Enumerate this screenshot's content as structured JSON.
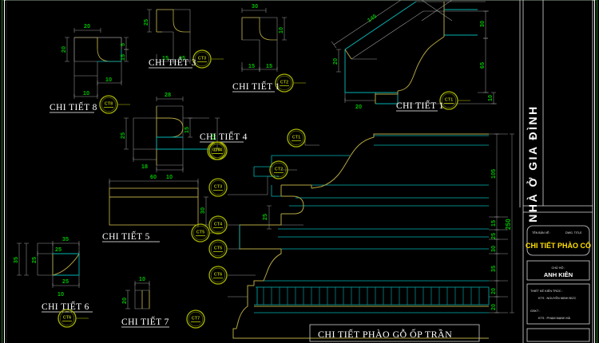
{
  "app": {
    "kind": "cad-drawing-viewer",
    "background": "#000000"
  },
  "colors": {
    "dimension_green": "#00c000",
    "profile_yellow": "#b5a642",
    "section_cyan": "#00b4b4",
    "leader_gray": "#9a9a9a",
    "bubble_olive": "#a8b400",
    "title_yellow": "#ffe000",
    "border_white": "#ffffff",
    "border_green": "#1f5d1f"
  },
  "main_title": {
    "text": "CHI TIẾT PHÀO GỖ ỐP TRẦN"
  },
  "side_banner": {
    "text": "NHÀ Ở GIA ĐÌNH"
  },
  "title_block": {
    "dwg_label_vn": "TÊN BẢN VẼ :",
    "dwg_label_en": "DWG. TITLE",
    "dwg_title": "CHI TIẾT PHÀO CỔ",
    "owner_label": "CHỦ HỘ :",
    "owner_name": "ANH KIÊN",
    "arch_label": "THIẾT KẾ KIẾN TRÚC :",
    "arch_name": "KTS . NGUYỄN MINH ĐỨC",
    "sup_label": "GSKT :",
    "sup_name": "KTS . PHẠM MẠNH HÀ"
  },
  "details": [
    {
      "id": "d8",
      "name": "CHI TIẾT 8",
      "bubble": "CT8",
      "dims": [
        "20",
        "20",
        "5",
        "15",
        "10",
        "10"
      ]
    },
    {
      "id": "d3",
      "name": "CHI TIẾT 3",
      "bubble": "CT3",
      "dims": [
        "25",
        "15",
        "15"
      ]
    },
    {
      "id": "d1a",
      "name": "CHI TIẾT 1",
      "bubble": "CT2",
      "dims": [
        "30",
        "10",
        "15",
        "15"
      ]
    },
    {
      "id": "d1b",
      "name": "CHI TIẾT 1",
      "bubble": "CT1",
      "dims": [
        "145",
        "30",
        "65",
        "10",
        "20",
        "20"
      ]
    },
    {
      "id": "d4",
      "name": "CHI TIẾT 4",
      "bubble": "CT4",
      "dims": [
        "28",
        "25",
        "15",
        "10",
        "18",
        "10"
      ]
    },
    {
      "id": "d5",
      "name": "CHI TIẾT 5",
      "bubble": "CT5",
      "dims": [
        "60",
        "30"
      ]
    },
    {
      "id": "d6",
      "name": "CHI TIẾT 6",
      "bubble": "CT6",
      "dims": [
        "35",
        "25",
        "35",
        "25",
        "25",
        "10"
      ]
    },
    {
      "id": "d7",
      "name": "CHI TIẾT 7",
      "bubble": "CT7",
      "dims": [
        "10",
        "20"
      ]
    }
  ],
  "callout_column": [
    {
      "label": "CT1"
    },
    {
      "label": "CT2"
    },
    {
      "label": "CT3"
    },
    {
      "label": "CT4"
    },
    {
      "label": "CT5"
    },
    {
      "label": "CT6"
    }
  ],
  "section_dims": {
    "overall": "250",
    "stack": [
      "105",
      "15",
      "25",
      "30",
      "35",
      "20",
      "20"
    ],
    "inner": "25"
  },
  "detail8": {
    "d_top": "20",
    "d_left": "20",
    "d_r5": "5",
    "d_r15": "15",
    "d_b10": "10",
    "d_b10b": "10"
  },
  "detail3": {
    "d_left": "25",
    "d_b1": "15",
    "d_b2": "15"
  },
  "detail1a": {
    "d_top": "30",
    "d_r10": "10",
    "d_b15": "15",
    "d_b15b": "15"
  },
  "detail1b": {
    "d_145": "145",
    "d_30": "30",
    "d_65": "65",
    "d_10": "10",
    "d_20l": "20",
    "d_20b": "20"
  },
  "detail4": {
    "d_28": "28",
    "d_25": "25",
    "d_15": "15",
    "d_10r": "10",
    "d_18": "18",
    "d_10b": "10"
  },
  "detail5": {
    "d_60": "60",
    "d_30": "30"
  },
  "detail6": {
    "d_35t": "35",
    "d_25t": "25",
    "d_35l": "35",
    "d_25l": "25",
    "d_25b": "25",
    "d_10b": "10"
  },
  "detail7": {
    "d_10": "10",
    "d_20": "20"
  }
}
